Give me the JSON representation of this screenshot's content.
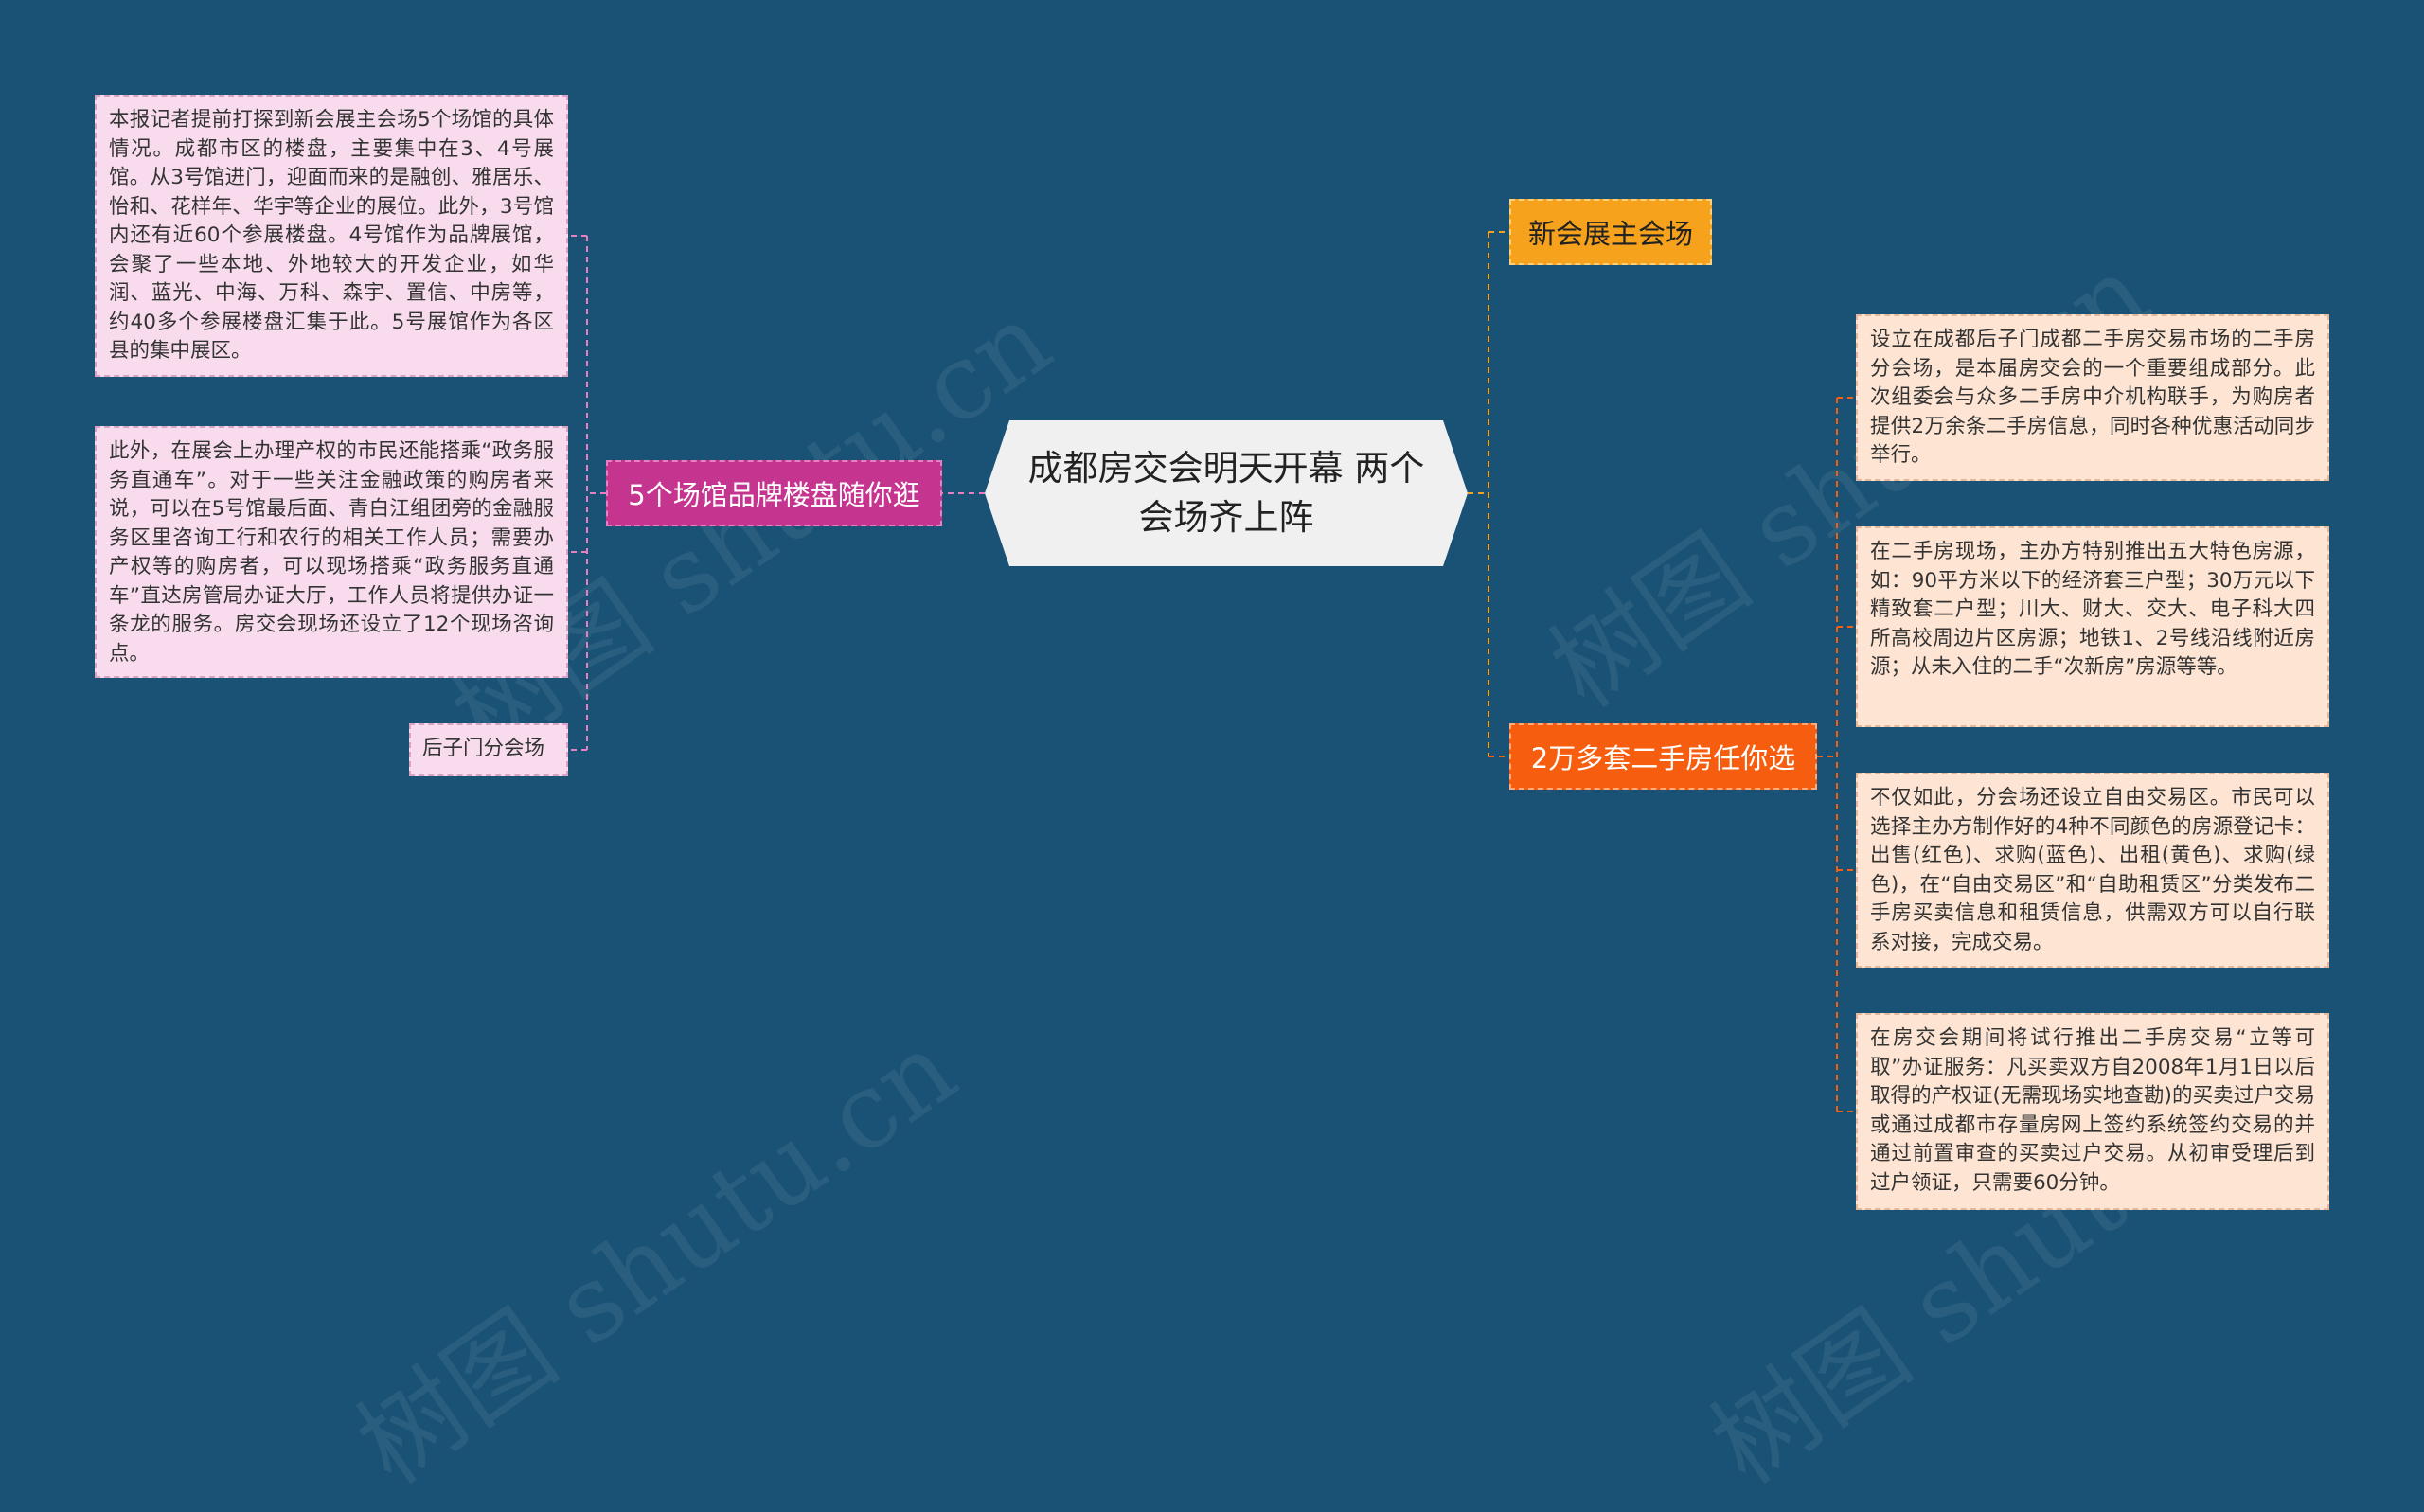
{
  "root": {
    "text": "成都房交会明天开幕 两个会场齐上阵"
  },
  "left_branch": {
    "label": "5个场馆品牌楼盘随你逛",
    "leaves": [
      "本报记者提前打探到新会展主会场5个场馆的具体情况。成都市区的楼盘，主要集中在3、4号展馆。从3号馆进门，迎面而来的是融创、雅居乐、怡和、花样年、华宇等企业的展位。此外，3号馆内还有近60个参展楼盘。4号馆作为品牌展馆，会聚了一些本地、外地较大的开发企业，如华润、蓝光、中海、万科、森宇、置信、中房等，约40多个参展楼盘汇集于此。5号展馆作为各区县的集中展区。",
      "此外，在展会上办理产权的市民还能搭乘“政务服务直通车”。对于一些关注金融政策的购房者来说，可以在5号馆最后面、青白江组团旁的金融服务区里咨询工行和农行的相关工作人员；需要办产权等的购房者，可以现场搭乘“政务服务直通车”直达房管局办证大厅，工作人员将提供办证一条龙的服务。房交会现场还设立了12个现场咨询点。",
      "后子门分会场"
    ]
  },
  "right_branches": [
    {
      "label": "新会展主会场",
      "leaves": []
    },
    {
      "label": "2万多套二手房任你选",
      "leaves": [
        "设立在成都后子门成都二手房交易市场的二手房分会场，是本届房交会的一个重要组成部分。此次组委会与众多二手房中介机构联手，为购房者提供2万余条二手房信息，同时各种优惠活动同步举行。",
        "在二手房现场，主办方特别推出五大特色房源，如：90平方米以下的经济套三户型；30万元以下精致套二户型；川大、财大、交大、电子科大四所高校周边片区房源；地铁1、2号线沿线附近房源；从未入住的二手“次新房”房源等等。",
        "不仅如此，分会场还设立自由交易区。市民可以选择主办方制作好的4种不同颜色的房源登记卡：出售(红色)、求购(蓝色)、出租(黄色)、求购(绿色)，在“自由交易区”和“自助租赁区”分类发布二手房买卖信息和租赁信息，供需双方可以自行联系对接，完成交易。",
        "在房交会期间将试行推出二手房交易“立等可取”办证服务：凡买卖双方自2008年1月1日以后取得的产权证(无需现场实地查勘)的买卖过户交易或通过成都市存量房网上签约系统签约交易的并通过前置审查的买卖过户交易。从初审受理后到过户领证，只需要60分钟。"
      ]
    }
  ],
  "watermark": {
    "text": "树图 shutu.cn"
  },
  "colors": {
    "background": "#1a5276",
    "left_branch": "#c5358f",
    "right_branch_1": "#f6a21d",
    "right_branch_2": "#f65d0e",
    "left_leaf": "#f8dced",
    "right_leaf": "#fde4d3"
  }
}
